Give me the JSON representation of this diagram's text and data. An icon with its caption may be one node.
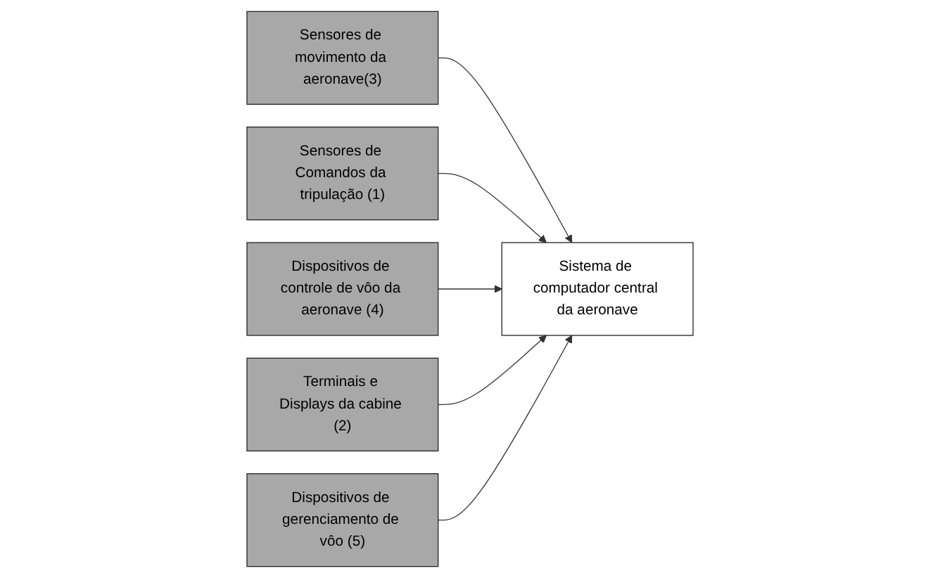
{
  "diagram": {
    "nodes": [
      {
        "text": [
          "Sensores de movimento da aeronave(3)"
        ]
      },
      {
        "text": [
          "Sensores de Comandos da tripulação (1)"
        ]
      },
      {
        "text": [
          "Sistema de computador central da aeronave"
        ]
      },
      {
        "text": [
          "Dispositivos de controle de vôo da aeronave (4)"
        ]
      },
      {
        "text": [
          "Terminais e Displays da cabine (2)"
        ]
      },
      {
        "text": [
          "Dispositivos de gerenciamento de vôo (5)"
        ]
      }
    ],
    "edges": [
      {
        "from": 0,
        "to": 2,
        "arrow": "to"
      },
      {
        "from": 1,
        "to": 2,
        "arrow": "to"
      },
      {
        "from": 3,
        "to": 2,
        "arrow": "to"
      },
      {
        "from": 4,
        "to": 2,
        "arrow": "to"
      },
      {
        "from": 5,
        "to": 2,
        "arrow": "to"
      }
    ]
  }
}
